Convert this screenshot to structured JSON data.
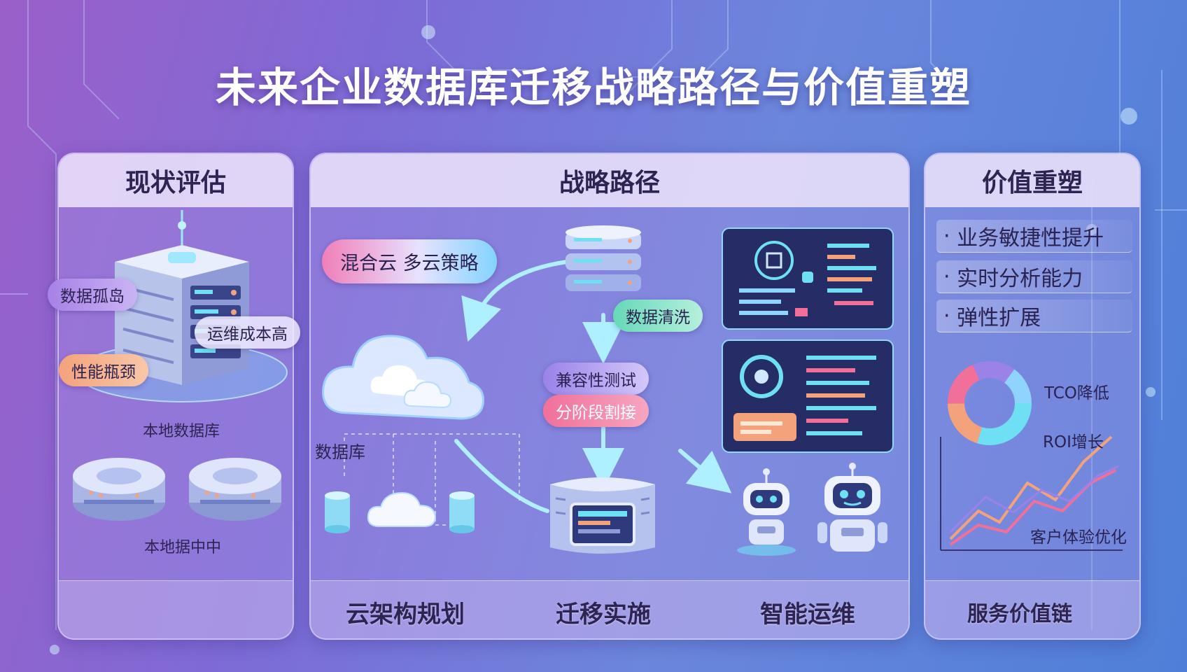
{
  "title": "未来企业数据库迁移战略路径与价值重塑",
  "panels": {
    "assessment": {
      "title": "现状评估",
      "tags": [
        "数据孤岛",
        "运维成本高",
        "性能瓶颈"
      ],
      "labels": [
        "本地数据库",
        "本地据中中"
      ]
    },
    "strategy": {
      "title": "战略路径",
      "tags": [
        "混合云 多云策略",
        "数据清洗",
        "兼容性测试",
        "分阶段割接"
      ],
      "cloud_label": "数据库",
      "footer": [
        "云架构规划",
        "迁移实施",
        "智能运维"
      ]
    },
    "value": {
      "title": "价值重塑",
      "items": [
        "业务敏捷性提升",
        "实时分析能力",
        "弹性扩展"
      ],
      "chart_labels": [
        "TCO降低",
        "ROI增长",
        "客户体验优化"
      ],
      "footer": "服务价值链"
    }
  },
  "colors": {
    "accent_cyan": "#6fe0f4",
    "accent_pink": "#f0709a",
    "accent_orange": "#f4a27c",
    "panel_text": "#2e2452"
  },
  "icons": [
    "server-rack-icon",
    "database-disk-icon",
    "cloud-icon",
    "dashboard-screen-icon",
    "robot-icon",
    "donut-chart-icon",
    "line-chart-icon"
  ]
}
